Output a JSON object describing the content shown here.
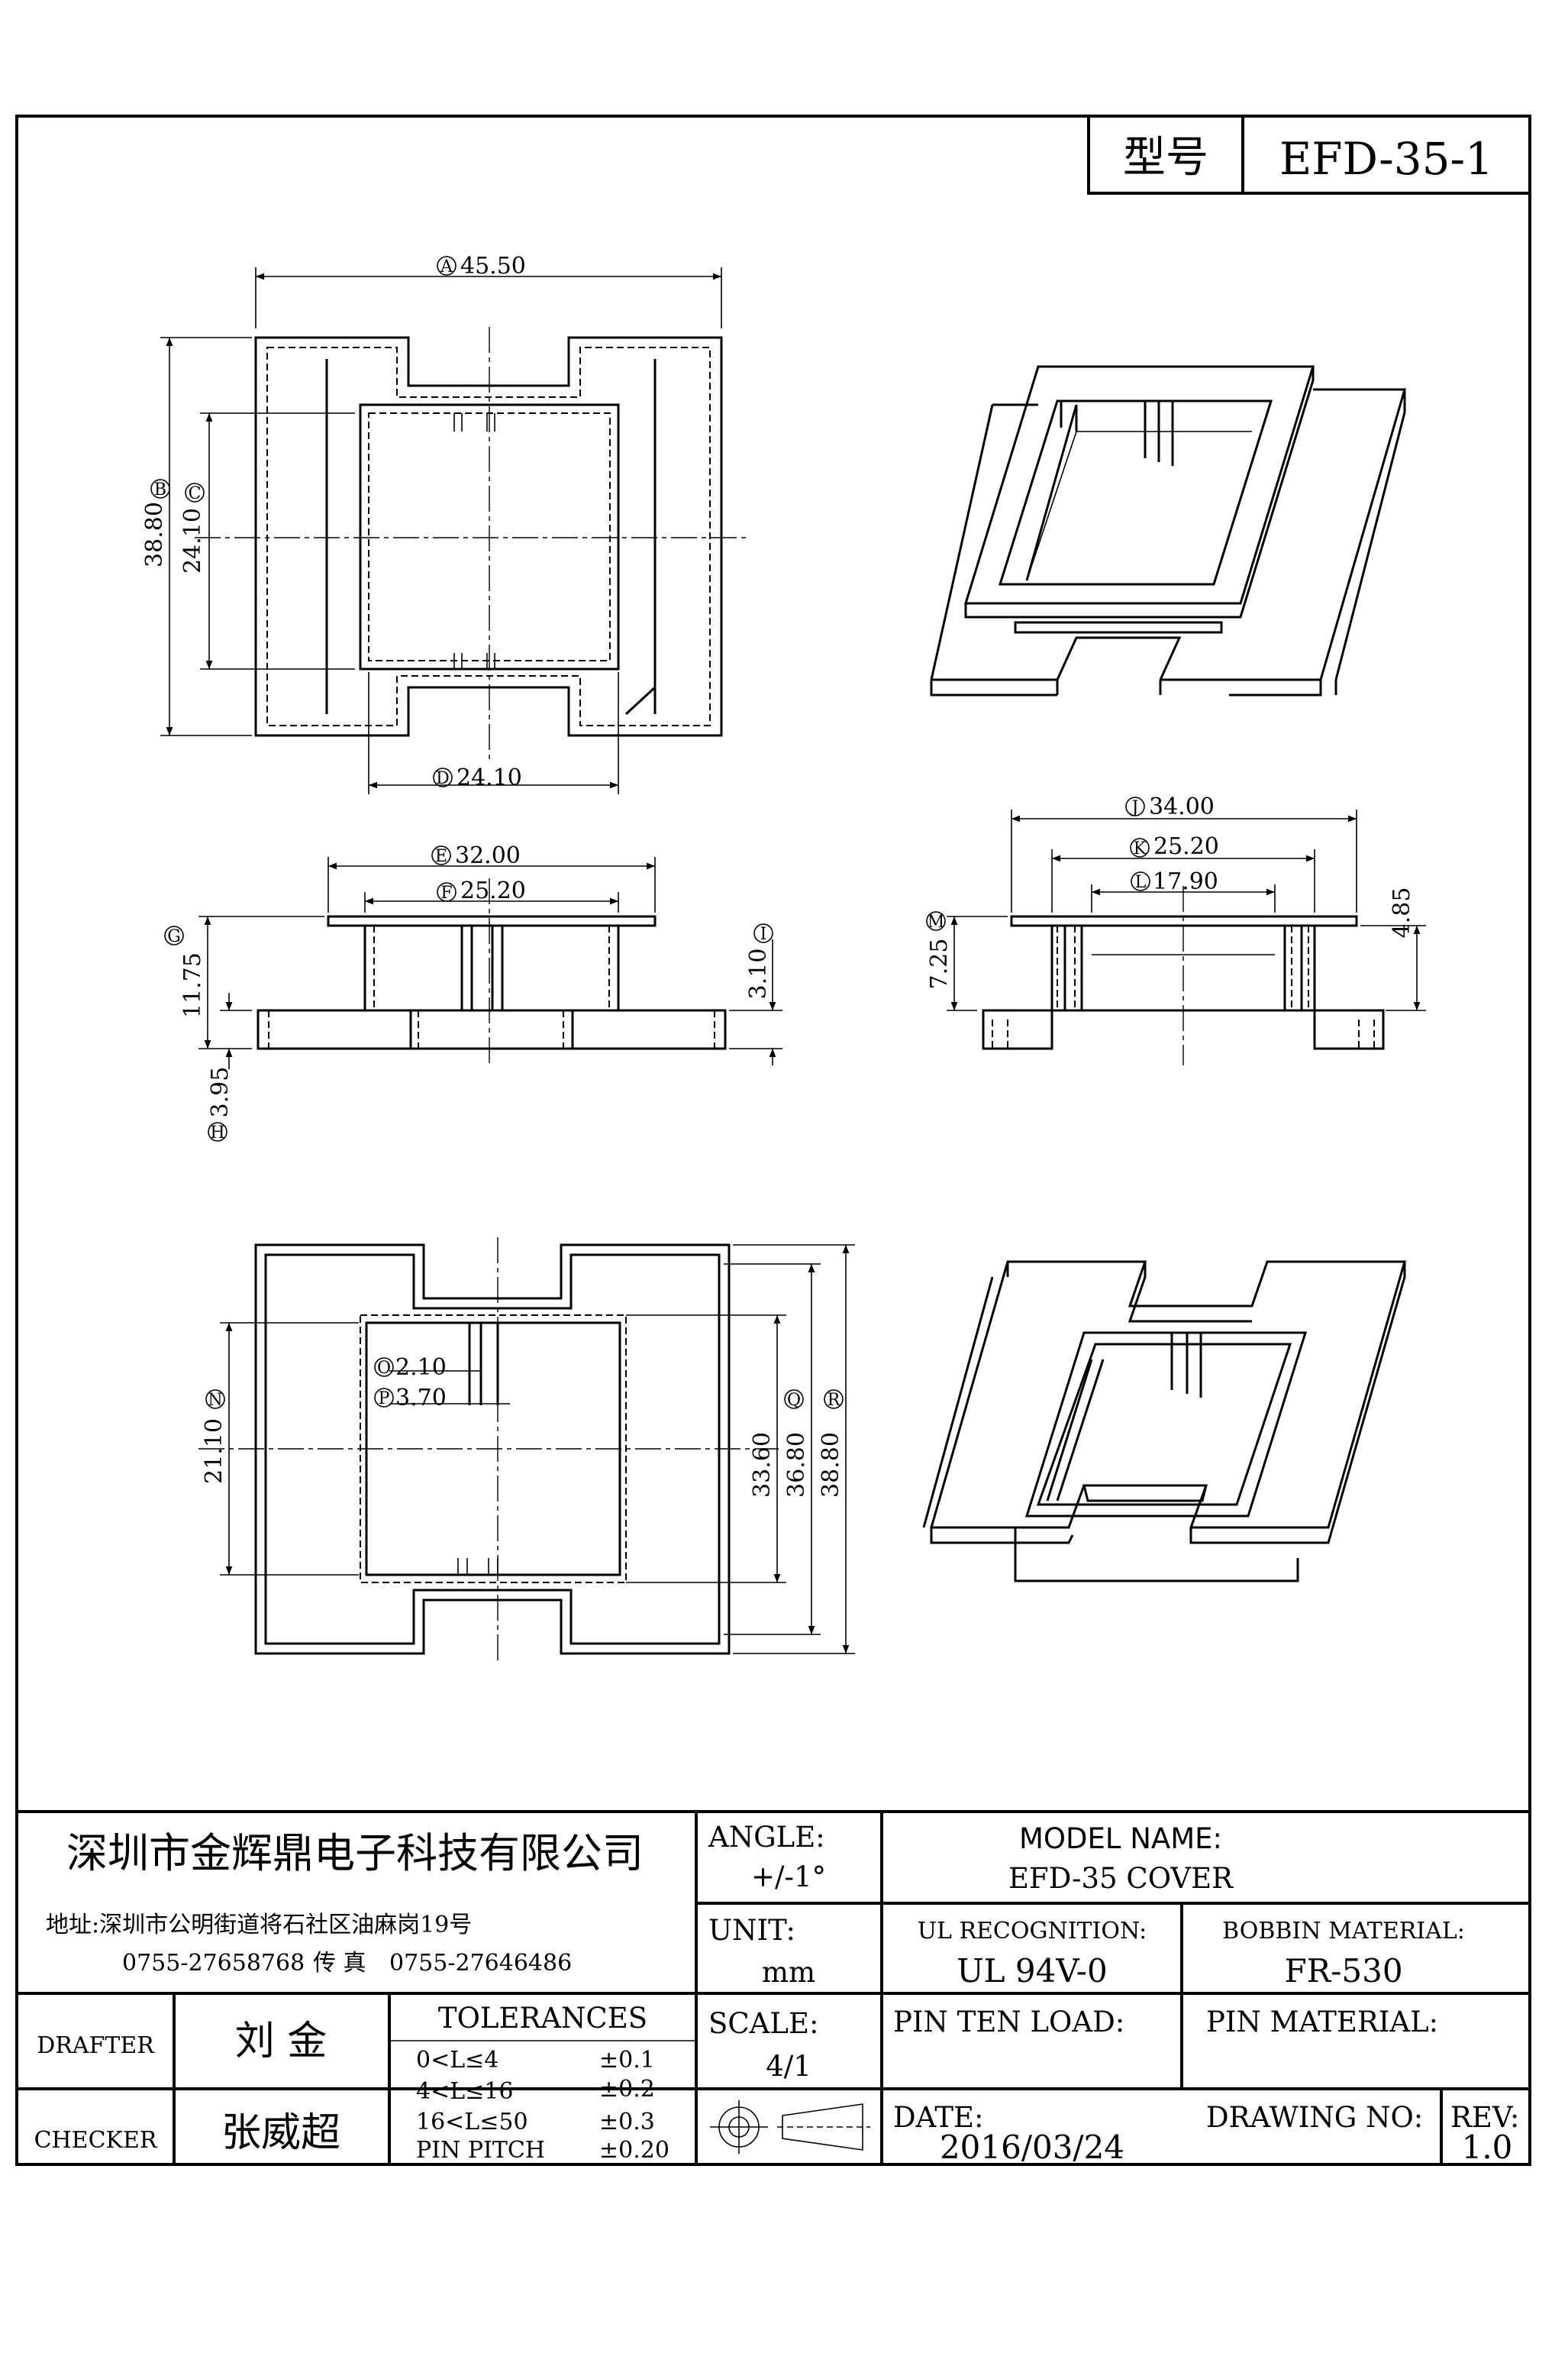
{
  "header": {
    "type_label": "型号",
    "type_value": "EFD-35-1"
  },
  "dimensions": {
    "A": {
      "tag": "A",
      "value": "45.50"
    },
    "B": {
      "tag": "B",
      "value": "38.80"
    },
    "C": {
      "tag": "C",
      "value": "24.10"
    },
    "D": {
      "tag": "D",
      "value": "24.10"
    },
    "E": {
      "tag": "E",
      "value": "32.00"
    },
    "F": {
      "tag": "F",
      "value": "25.20"
    },
    "G": {
      "tag": "G",
      "value": "11.75"
    },
    "H": {
      "tag": "H",
      "value": "3.95"
    },
    "I": {
      "tag": "I",
      "value": "3.10"
    },
    "J": {
      "tag": "J",
      "value": "34.00"
    },
    "K": {
      "tag": "K",
      "value": "25.20"
    },
    "L": {
      "tag": "L",
      "value": "17.90"
    },
    "M": {
      "tag": "M",
      "value": "7.25"
    },
    "M2": {
      "value": "4.85"
    },
    "N": {
      "tag": "N",
      "value": "21.10"
    },
    "O": {
      "tag": "O",
      "value": "2.10"
    },
    "P": {
      "tag": "P",
      "value": "3.70"
    },
    "Q": {
      "tag": "Q",
      "value": "36.80"
    },
    "Q2": {
      "value": "33.60"
    },
    "R": {
      "tag": "R",
      "value": "38.80"
    }
  },
  "title_block": {
    "company": "深圳市金辉鼎电子科技有限公司",
    "address": "地址:深圳市公明街道将石社区油麻岗19号",
    "phone": "0755-27658768",
    "fax_label": "传 真",
    "fax": "0755-27646486",
    "angle_label": "ANGLE:",
    "angle_value": "+/-1°",
    "model_label": "MODEL NAME:",
    "model_value": "EFD-35 COVER",
    "unit_label": "UNIT:",
    "unit_value": "mm",
    "ul_label": "UL RECOGNITION:",
    "ul_value": "UL 94V-0",
    "bobbin_label": "BOBBIN MATERIAL:",
    "bobbin_value": "FR-530",
    "drafter_label": "DRAFTER",
    "drafter_value": "刘 金",
    "checker_label": "CHECKER",
    "checker_value": "张威超",
    "tolerances_label": "TOLERANCES",
    "tolerances": [
      {
        "range": "0<L≤4",
        "value": "±0.1"
      },
      {
        "range": "4<L≤16",
        "value": "±0.2"
      },
      {
        "range": "16<L≤50",
        "value": "±0.3"
      },
      {
        "range": "PIN PITCH",
        "value": "±0.20"
      }
    ],
    "scale_label": "SCALE:",
    "scale_value": "4/1",
    "pin_ten_label": "PIN TEN LOAD:",
    "pin_material_label": "PIN MATERIAL:",
    "date_label": "DATE:",
    "date_value": "2016/03/24",
    "drawing_no_label": "DRAWING NO:",
    "rev_label": "REV:",
    "rev_value": "1.0"
  }
}
